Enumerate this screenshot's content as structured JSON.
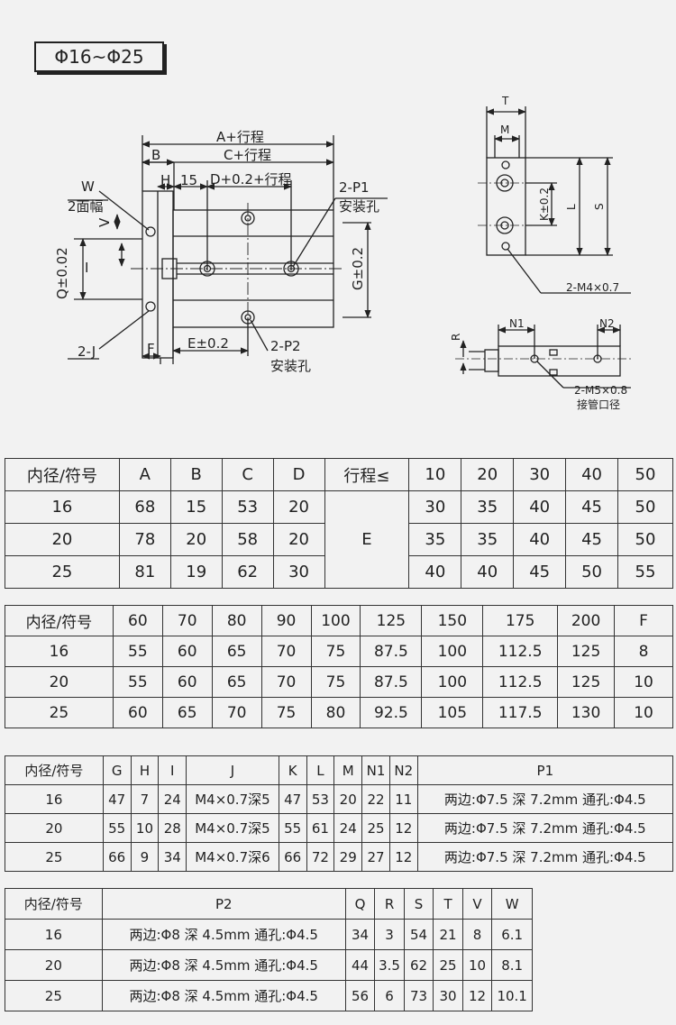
{
  "title": "Φ16~Φ25",
  "drawing": {
    "a_stroke": "A+行程",
    "c_stroke": "C+行程",
    "b": "B",
    "w": "W",
    "w_sub": "2面幅",
    "h": "H",
    "fifteen": "15",
    "d_stroke": "D+0.2+行程",
    "p1": "2-P1",
    "p1_sub": "安装孔",
    "v": "V",
    "q": "Q±0.02",
    "i": "I",
    "g": "G±0.2",
    "j": "2-J",
    "f": "F",
    "e": "E±0.2",
    "p2": "2-P2",
    "p2_sub": "安装孔",
    "t": "T",
    "m": "M",
    "k": "K±0.2",
    "l": "L",
    "s": "S",
    "m4": "2-M4×0.7",
    "r": "R",
    "n1": "N1",
    "n2": "N2",
    "m5": "2-M5×0.8",
    "m5_sub": "接管口径"
  },
  "table1": {
    "headers": [
      "内径/符号",
      "A",
      "B",
      "C",
      "D",
      "行程≤",
      "10",
      "20",
      "30",
      "40",
      "50"
    ],
    "e_label": "E",
    "rows": [
      [
        "16",
        "68",
        "15",
        "53",
        "20",
        "30",
        "35",
        "40",
        "45",
        "50"
      ],
      [
        "20",
        "78",
        "20",
        "58",
        "20",
        "35",
        "35",
        "40",
        "45",
        "50"
      ],
      [
        "25",
        "81",
        "19",
        "62",
        "30",
        "40",
        "40",
        "45",
        "50",
        "55"
      ]
    ]
  },
  "table2": {
    "headers": [
      "内径/符号",
      "60",
      "70",
      "80",
      "90",
      "100",
      "125",
      "150",
      "175",
      "200",
      "F"
    ],
    "rows": [
      [
        "16",
        "55",
        "60",
        "65",
        "70",
        "75",
        "87.5",
        "100",
        "112.5",
        "125",
        "8"
      ],
      [
        "20",
        "55",
        "60",
        "65",
        "70",
        "75",
        "87.5",
        "100",
        "112.5",
        "125",
        "10"
      ],
      [
        "25",
        "60",
        "65",
        "70",
        "75",
        "80",
        "92.5",
        "105",
        "117.5",
        "130",
        "10"
      ]
    ]
  },
  "table3": {
    "headers": [
      "内径/符号",
      "G",
      "H",
      "I",
      "J",
      "K",
      "L",
      "M",
      "N1",
      "N2",
      "P1"
    ],
    "rows": [
      [
        "16",
        "47",
        "7",
        "24",
        "M4×0.7深5",
        "47",
        "53",
        "20",
        "22",
        "11",
        "两边:Φ7.5 深 7.2mm 通孔:Φ4.5"
      ],
      [
        "20",
        "55",
        "10",
        "28",
        "M4×0.7深5",
        "55",
        "61",
        "24",
        "25",
        "12",
        "两边:Φ7.5 深 7.2mm 通孔:Φ4.5"
      ],
      [
        "25",
        "66",
        "9",
        "34",
        "M4×0.7深6",
        "66",
        "72",
        "29",
        "27",
        "12",
        "两边:Φ7.5 深 7.2mm 通孔:Φ4.5"
      ]
    ]
  },
  "table4": {
    "headers": [
      "内径/符号",
      "P2",
      "Q",
      "R",
      "S",
      "T",
      "V",
      "W"
    ],
    "rows": [
      [
        "16",
        "两边:Φ8 深 4.5mm 通孔:Φ4.5",
        "34",
        "3",
        "54",
        "21",
        "8",
        "6.1"
      ],
      [
        "20",
        "两边:Φ8 深 4.5mm 通孔:Φ4.5",
        "44",
        "3.5",
        "62",
        "25",
        "10",
        "8.1"
      ],
      [
        "25",
        "两边:Φ8 深 4.5mm 通孔:Φ4.5",
        "56",
        "6",
        "73",
        "30",
        "12",
        "10.1"
      ]
    ]
  }
}
